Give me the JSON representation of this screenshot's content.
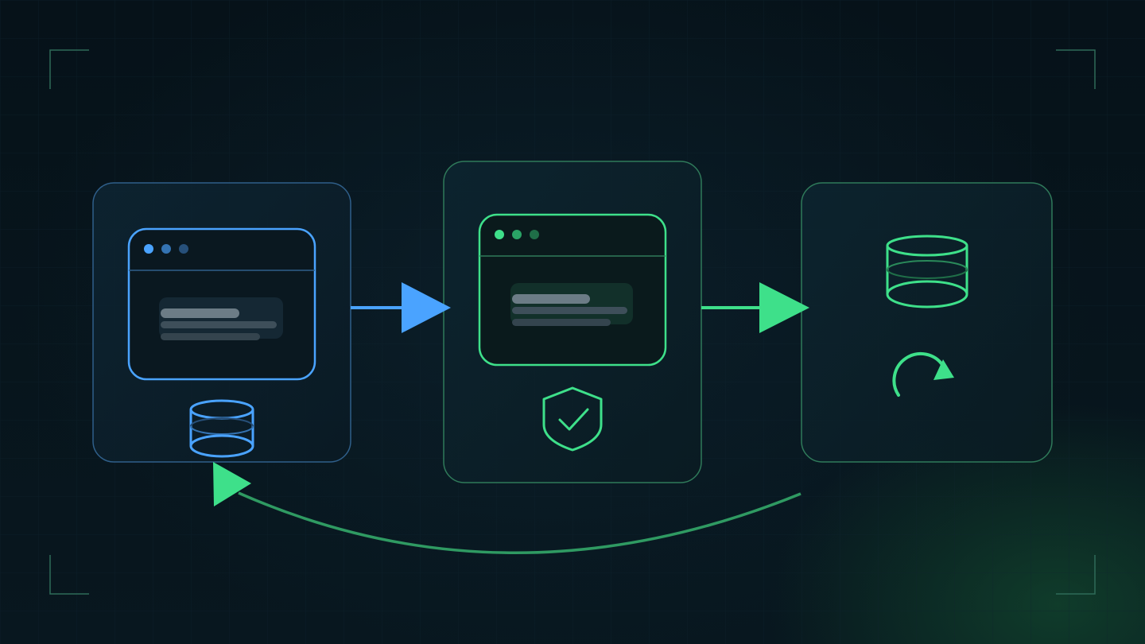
{
  "colors": {
    "background": "#07141c",
    "blue": "#4aa3ff",
    "green": "#3ee08a",
    "frame_green": "#2a7a58",
    "panel_blue_border": "#2f5f8a",
    "panel_green_border": "#2f7a5a",
    "placeholder_text": "#8a99a3",
    "corner_mark": "#2e6b58"
  },
  "icons": [
    "browser-window-icon",
    "database-icon",
    "shield-check-icon",
    "refresh-arrow-icon",
    "flow-arrow-icon",
    "return-arrow-icon"
  ],
  "nodes": [
    {
      "id": "source",
      "accent": "blue",
      "window_controls": 3,
      "content_lines": 3,
      "icon": "database-icon"
    },
    {
      "id": "validate",
      "accent": "green",
      "window_controls": 3,
      "content_lines": 3,
      "icon": "shield-check-icon"
    },
    {
      "id": "store",
      "accent": "green",
      "icons": [
        "database-icon",
        "refresh-arrow-icon"
      ]
    }
  ],
  "edges": [
    {
      "from": "source",
      "to": "validate",
      "color": "blue"
    },
    {
      "from": "validate",
      "to": "store",
      "color": "green"
    },
    {
      "from": "store",
      "to": "source",
      "color": "green",
      "style": "curved-return"
    }
  ]
}
